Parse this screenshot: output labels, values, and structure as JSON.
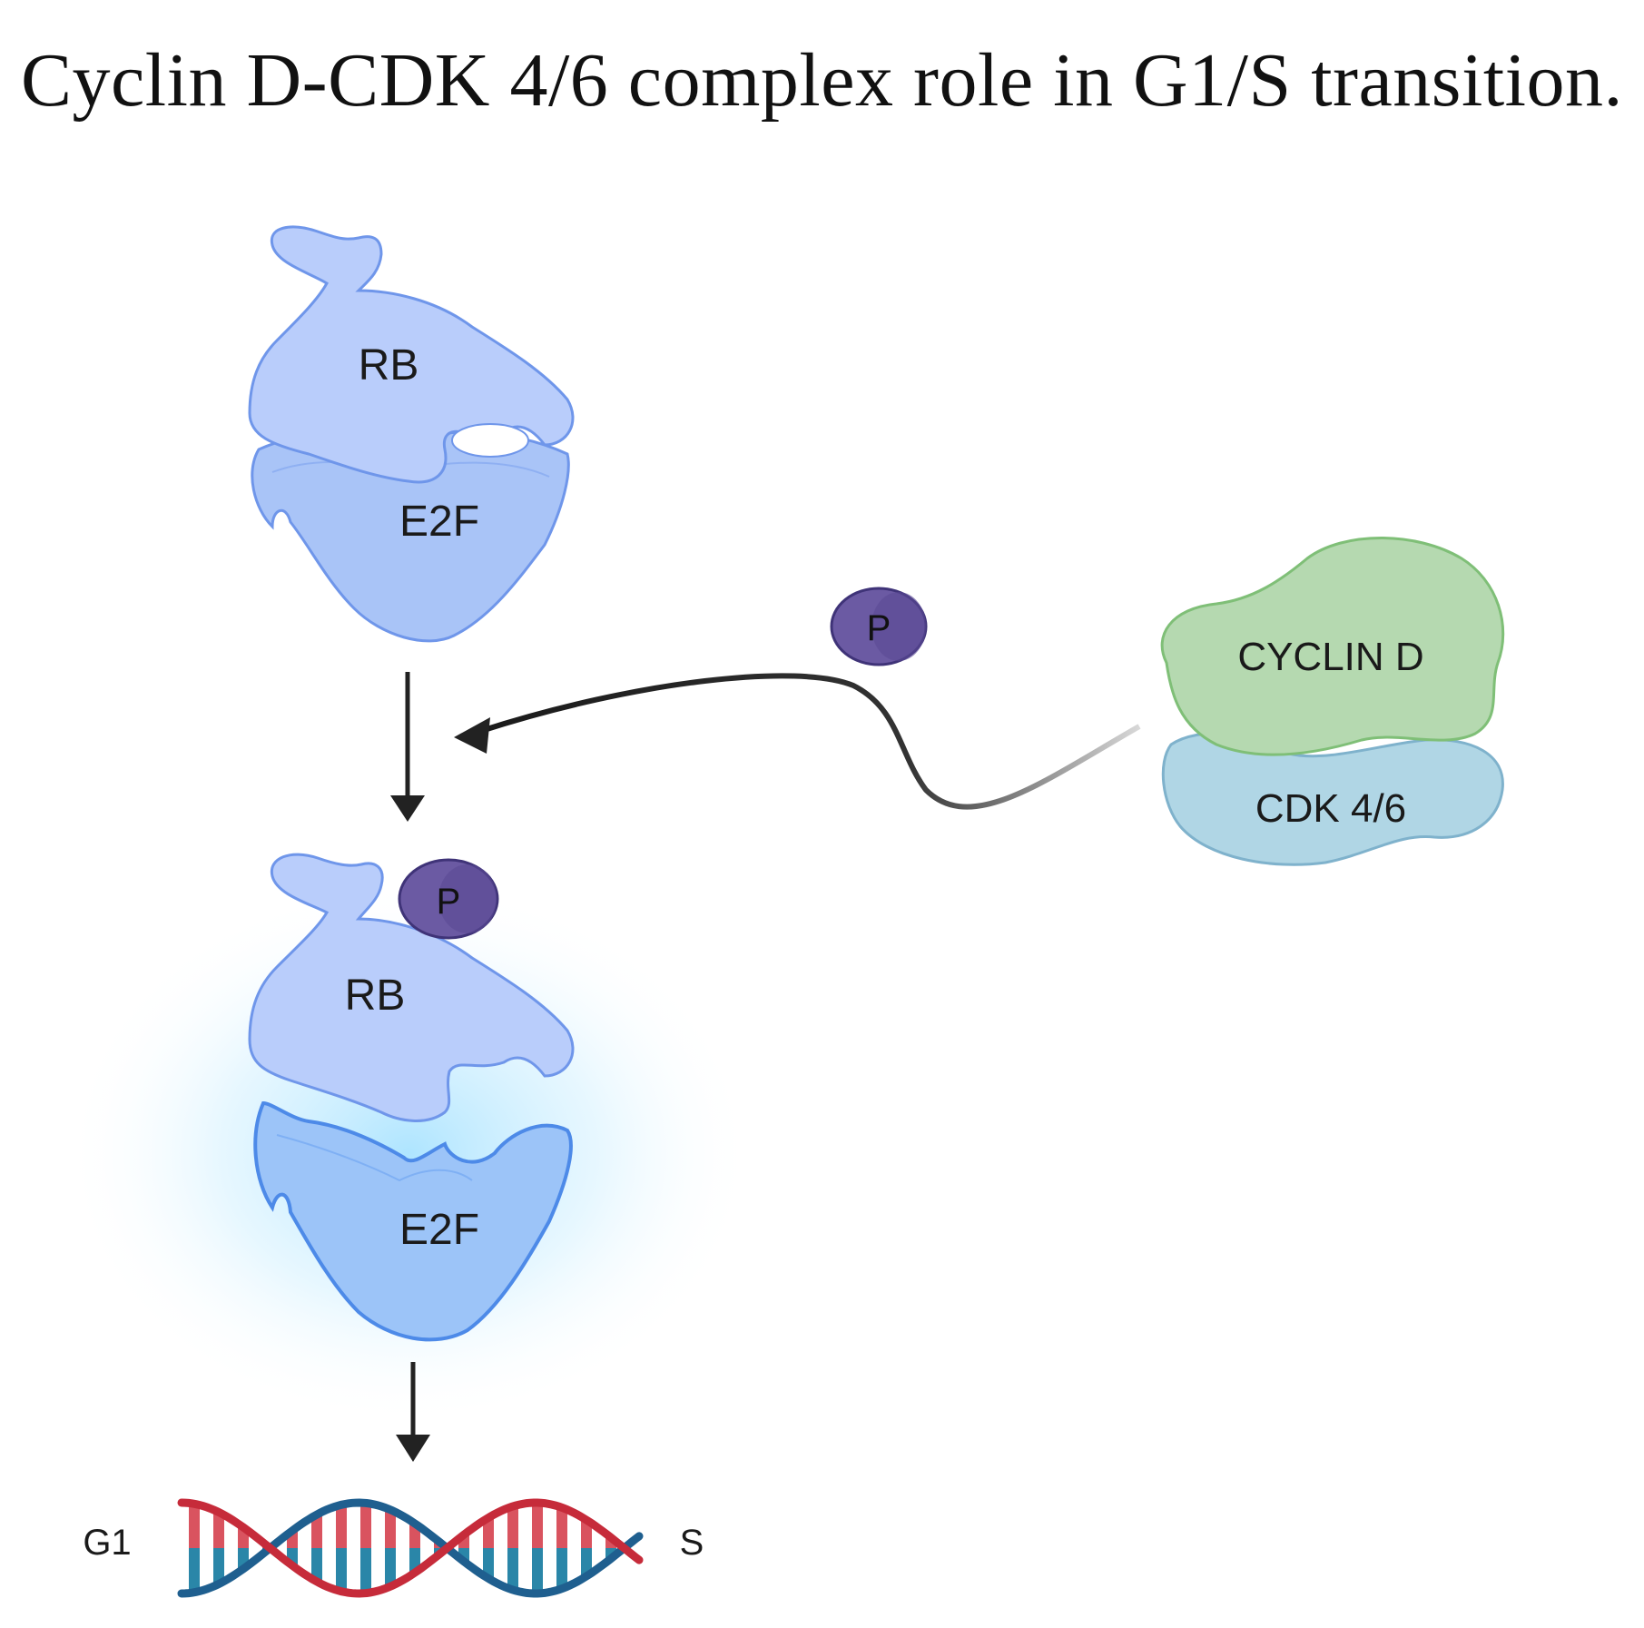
{
  "title": "Cyclin D-CDK 4/6 complex role in G1/S transition.",
  "colors": {
    "rb_fill": "#b9cdfb",
    "rb_stroke": "#6f96ea",
    "e2f_fill": "#a7c6f8",
    "e2f_active_fill": "#9cc4f8",
    "phosphate_fill": "#6b5aa3",
    "phosphate_stroke": "#3f3378",
    "cyclin_fill": "#b5d9b0",
    "cyclin_stroke": "#7fbf77",
    "cdk_fill": "#b0d6e5",
    "cdk_stroke": "#7fb2cc",
    "dna_red": "#c62b3a",
    "dna_blue": "#1f5f8f",
    "arrow": "#222222",
    "glow": "#7fd6ff"
  },
  "top_complex": {
    "rb_label": "RB",
    "e2f_label": "E2F"
  },
  "bottom_complex": {
    "rb_label": "RB",
    "e2f_label": "E2F",
    "phosphate_label": "P"
  },
  "free_phosphate": {
    "label": "P"
  },
  "cyclin_complex": {
    "cyclin_label": "CYCLIN D",
    "cdk_label": "CDK 4/6"
  },
  "dna": {
    "start_label": "G1",
    "end_label": "S"
  }
}
